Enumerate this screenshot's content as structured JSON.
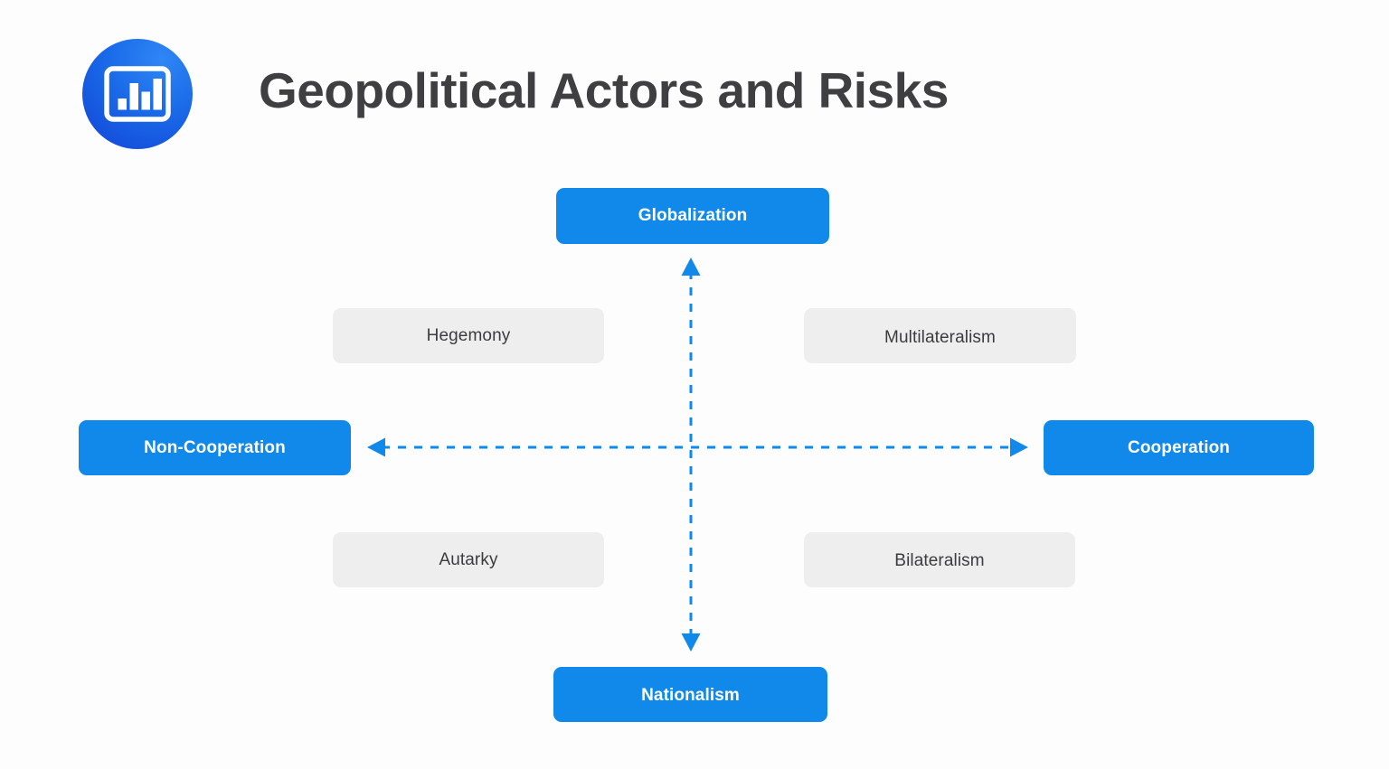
{
  "header": {
    "title": "Geopolitical Actors and Risks",
    "logo_icon": "bar-chart-icon"
  },
  "colors": {
    "accent_blue": "#1089ea",
    "logo_gradient_from": "#2f86f5",
    "logo_gradient_to": "#1243d6",
    "neutral_box": "#eeeeee",
    "title_text": "#3f3f41",
    "body_text": "#3c3c3e",
    "background": "#fdfdfd"
  },
  "matrix": {
    "axes": [
      {
        "name": "vertical-axis",
        "orientation": "vertical",
        "positive_end_label": "Globalization",
        "negative_end_label": "Nationalism",
        "style": "dashed-double-arrow"
      },
      {
        "name": "horizontal-axis",
        "orientation": "horizontal",
        "positive_end_label": "Cooperation",
        "negative_end_label": "Non-Cooperation",
        "style": "dashed-double-arrow"
      }
    ],
    "axis_labels": [
      {
        "id": "globalization",
        "label": "Globalization",
        "kind": "primary",
        "position": "top"
      },
      {
        "id": "nationalism",
        "label": "Nationalism",
        "kind": "primary",
        "position": "bottom"
      },
      {
        "id": "non-cooperation",
        "label": "Non-Cooperation",
        "kind": "primary",
        "position": "left"
      },
      {
        "id": "cooperation",
        "label": "Cooperation",
        "kind": "primary",
        "position": "right"
      }
    ],
    "quadrants": [
      {
        "id": "hegemony",
        "label": "Hegemony",
        "kind": "secondary",
        "position": "top-left"
      },
      {
        "id": "multilateralism",
        "label": "Multilateralism",
        "kind": "secondary",
        "position": "top-right"
      },
      {
        "id": "autarky",
        "label": "Autarky",
        "kind": "secondary",
        "position": "bottom-left"
      },
      {
        "id": "bilateralism",
        "label": "Bilateralism",
        "kind": "secondary",
        "position": "bottom-right"
      }
    ]
  }
}
